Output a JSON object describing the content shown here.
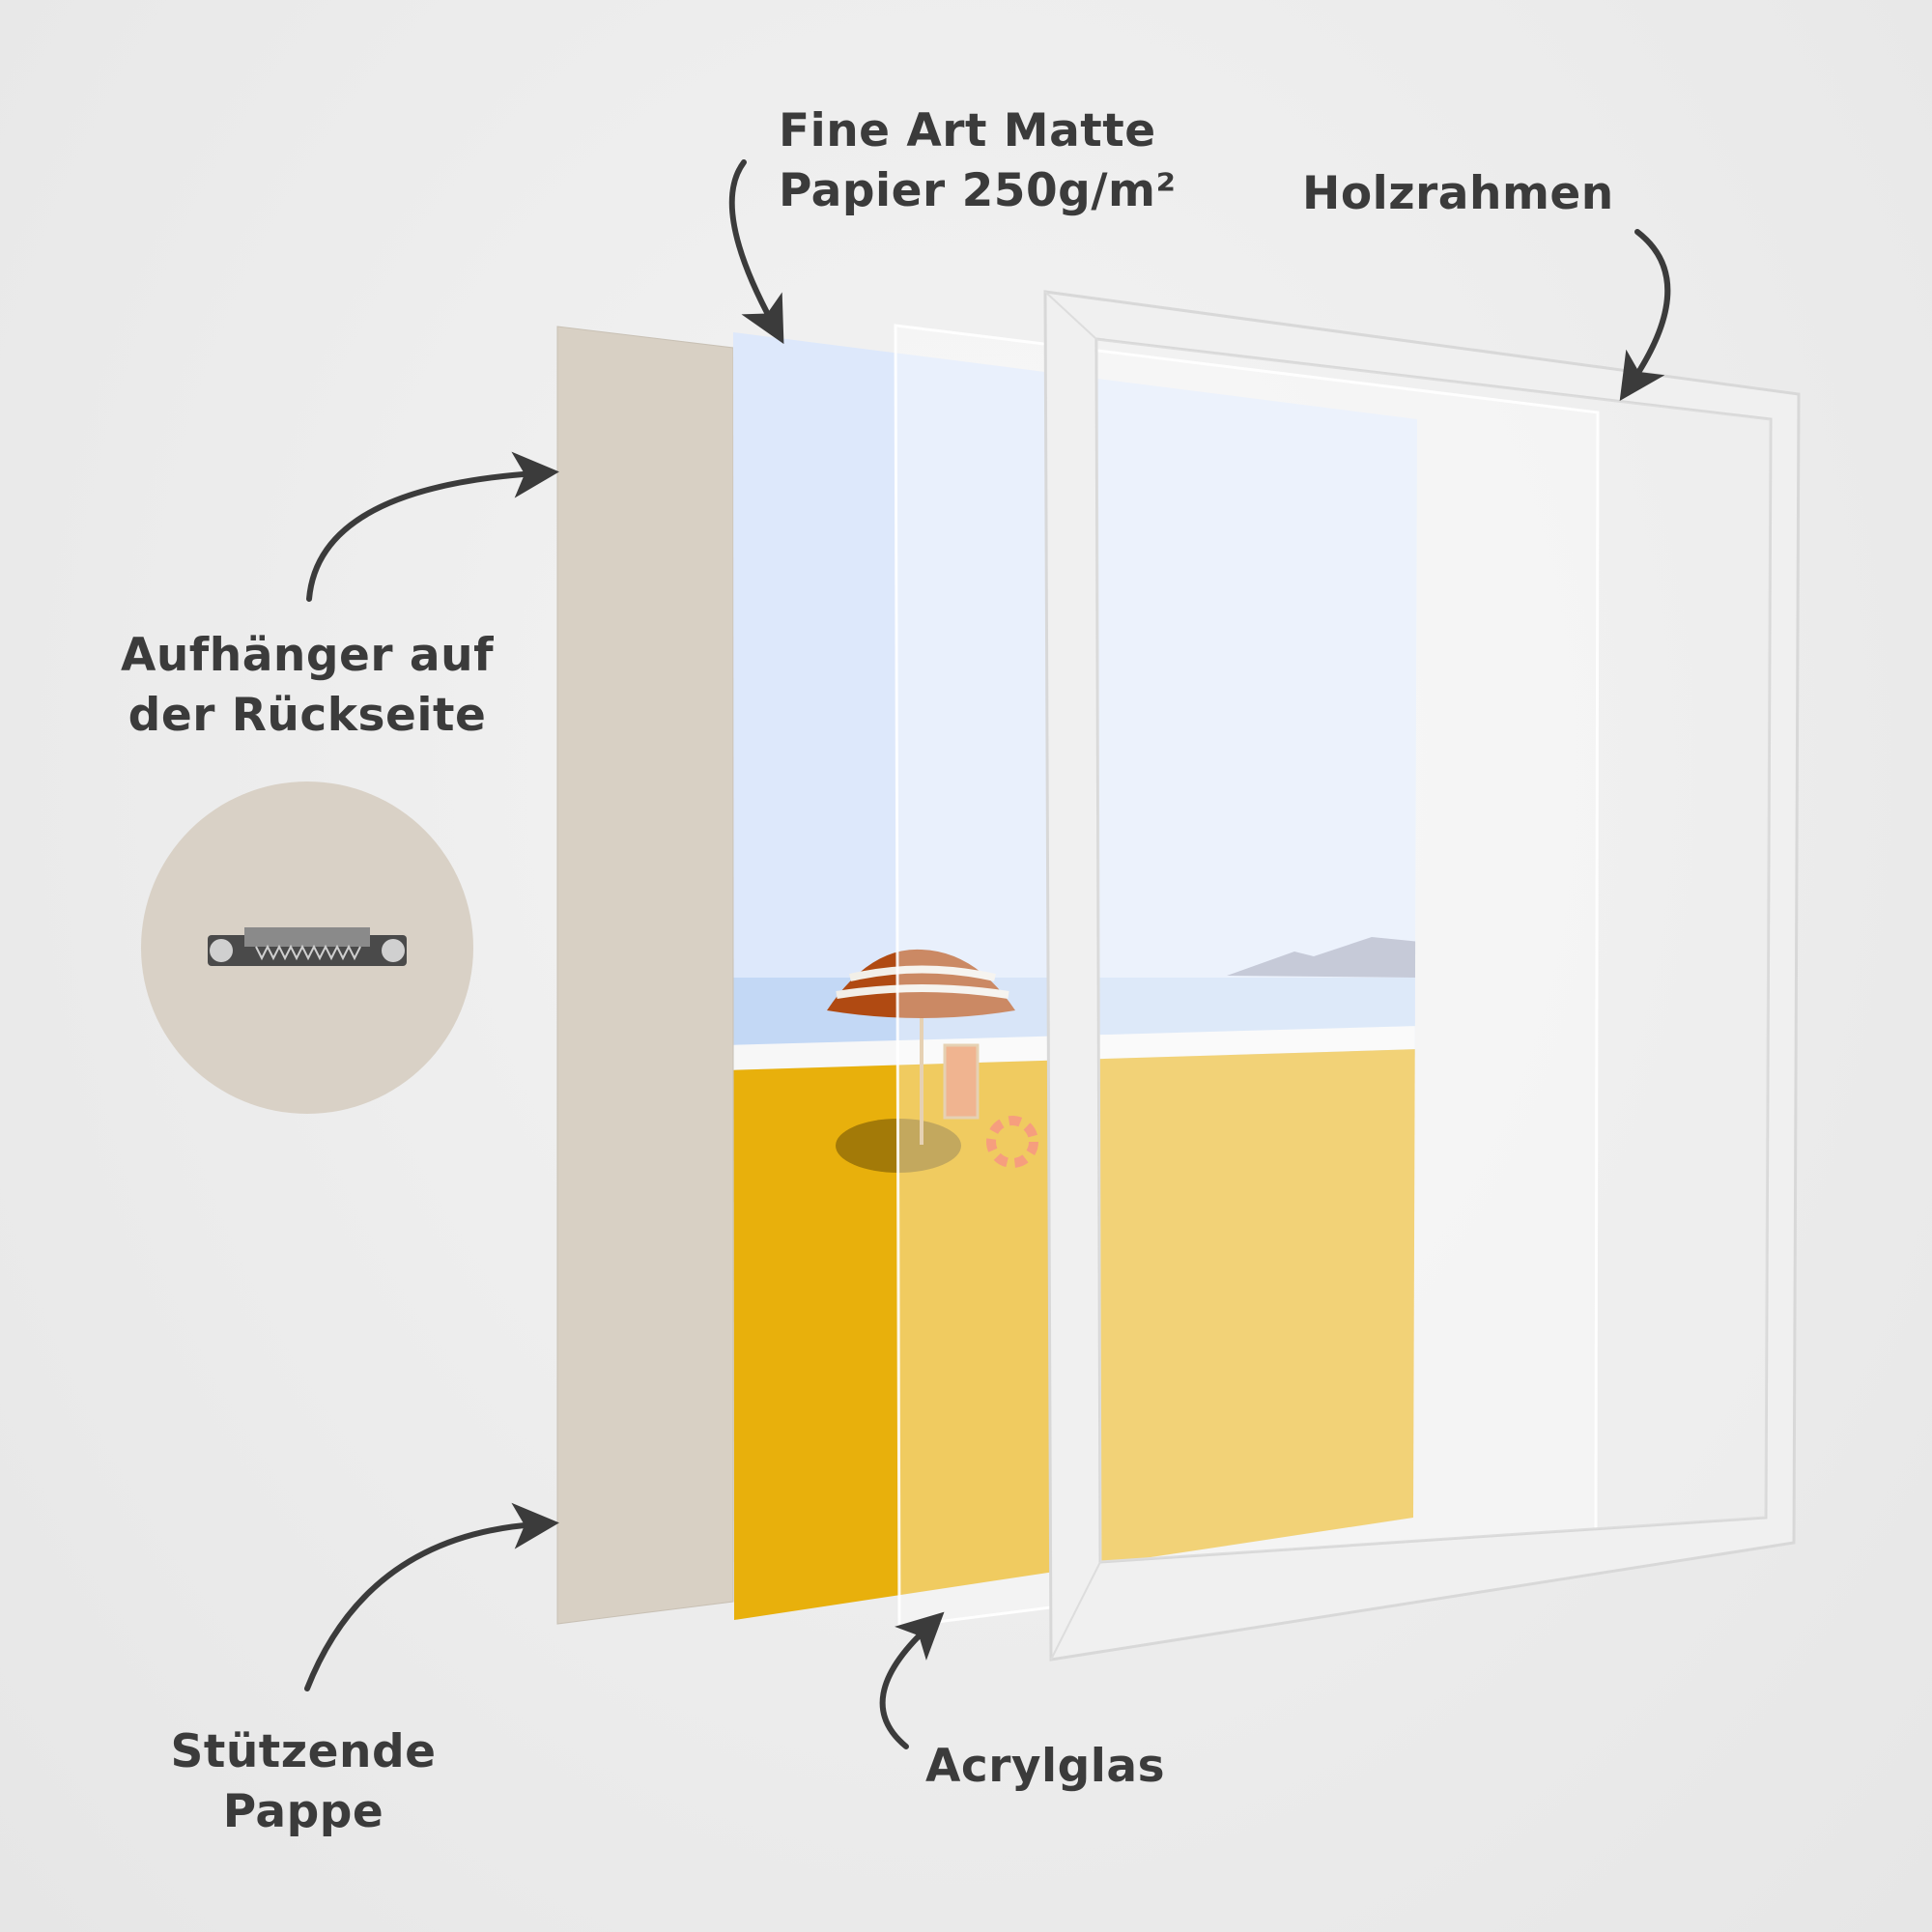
{
  "labels": {
    "paper_line1": "Fine Art Matte",
    "paper_line2": "Papier 250g/m²",
    "frame": "Holzrahmen",
    "hanger_line1": "Aufhänger auf",
    "hanger_line2": "der Rückseite",
    "backing_line1": "Stützende",
    "backing_line2": "Pappe",
    "acrylic": "Acrylglas"
  },
  "colors": {
    "text": "#3b3b3b",
    "cardboard": "#d8d0c4",
    "sky": "#dde8fb",
    "sea": "#c3d8f5",
    "sand": "#e8b00c",
    "frame": "#f0f0f0"
  },
  "icons": [
    "arrow-curved",
    "sawtooth-hanger"
  ]
}
